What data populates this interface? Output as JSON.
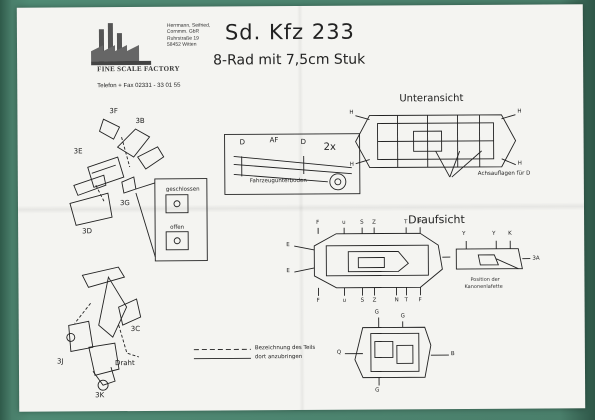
{
  "header": {
    "title": "Sd. Kfz 233",
    "subtitle": "8-Rad mit 7,5cm Stuk"
  },
  "maker": {
    "address_lines": [
      "Herrmann, Seifried,",
      "Cornmm. GbR",
      "Ruhrstraße 19",
      "58452 Witten"
    ],
    "name": "FINE SCALE FACTORY",
    "phone": "Telefon + Fax 02331 - 33 01 55"
  },
  "diagrams": {
    "left_top": {
      "labels": [
        "3F",
        "3B",
        "3E",
        "3G",
        "3D"
      ]
    },
    "detail_box": {
      "closed": "geschlossen",
      "open": "offen"
    },
    "left_bottom": {
      "labels": [
        "3C",
        "3J",
        "Draht",
        "3K"
      ]
    },
    "legend": {
      "line1": "Bezeichnung des Teils",
      "line2": "dort anzubringen"
    },
    "center_box": {
      "labels": [
        "D",
        "AF",
        "D",
        "2x"
      ],
      "caption": "Fahrzeugunterboden"
    },
    "underside": {
      "heading": "Unteransicht",
      "corner_label": "H",
      "note": "Achsauflagen für D"
    },
    "top_view": {
      "heading": "Draufsicht",
      "top_labels": [
        "F",
        "u",
        "S",
        "Z",
        "T",
        "P"
      ],
      "bottom_labels": [
        "F",
        "u",
        "S",
        "Z",
        "N",
        "T",
        "F"
      ],
      "side_label": "E",
      "right_labels": [
        "Y",
        "Y",
        "K",
        "3A"
      ],
      "note_line1": "Position der",
      "note_line2": "Kanonenlafette"
    },
    "bottom_view": {
      "labels": [
        "G",
        "G",
        "Q",
        "B",
        "G"
      ]
    }
  }
}
